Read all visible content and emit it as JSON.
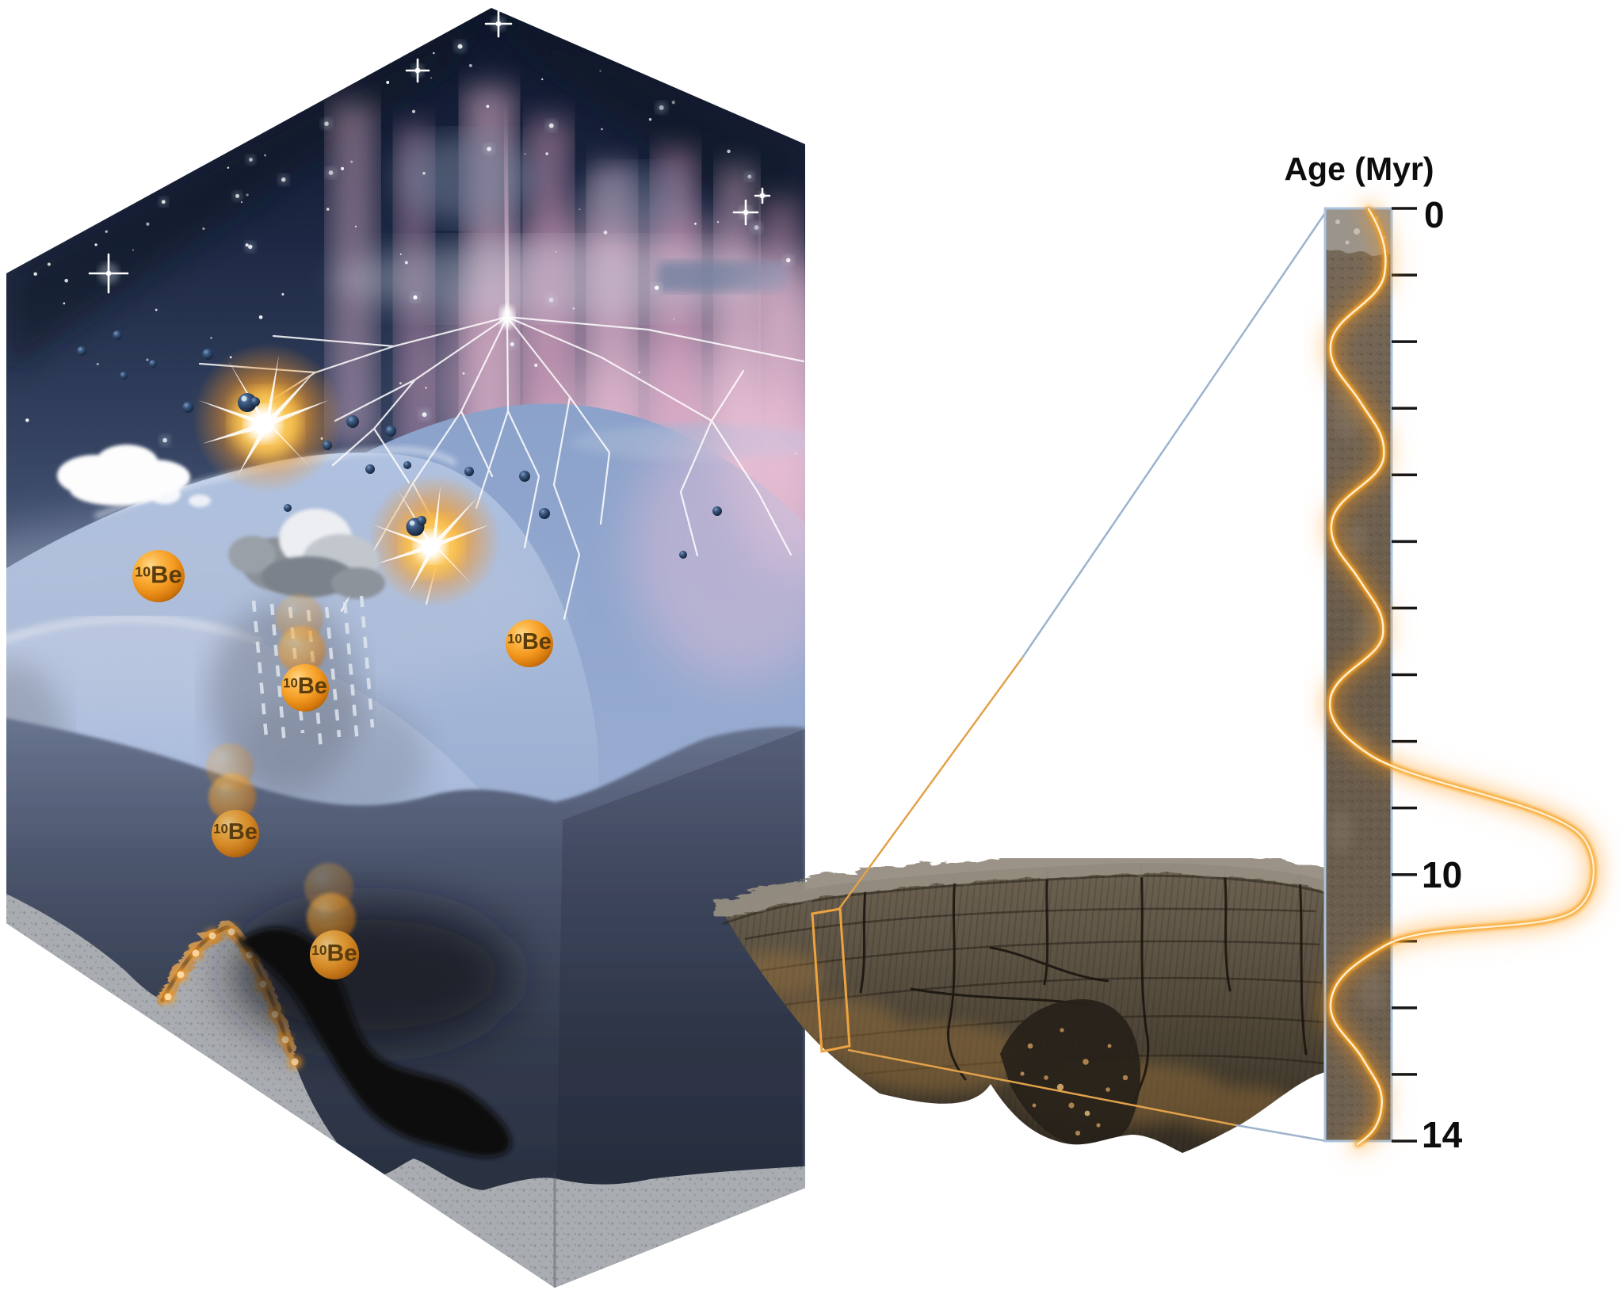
{
  "age_axis": {
    "title": "Age (Myr)",
    "unit": "Myr",
    "min": 0,
    "max": 14,
    "tick_interval": 1,
    "tick_labels": [
      "0",
      "10",
      "14"
    ],
    "labeled_values": [
      0,
      10,
      14
    ]
  },
  "isotope": {
    "mass_number": "10",
    "symbol": "Be",
    "label": "10Be"
  },
  "be10_profile": {
    "type": "line",
    "description": "10Be concentration trace drawn along the ferromanganese-crust core strip; oscillates with age and shows one large anomaly spike",
    "anomaly_age_myr": 10
  },
  "scene": {
    "be10_sphere_count": 5,
    "spallation_burst_count": 2,
    "has_aurora": true,
    "has_starry_sky": true,
    "has_cosmic_ray_cascade": true,
    "has_rain_cloud": true,
    "has_seafloor_crust_dots": true,
    "sample": "ferromanganese crust slab",
    "core_strip": "crust core cross-section with age scale"
  },
  "colors": {
    "accent_orange": "#f29d2a",
    "glow_orange": "#ffb347",
    "core_border_blue": "#a9c3e0",
    "sky_navy": "#141c33",
    "aurora_pink": "#f0b8d2",
    "ice_blue": "#a7bbdc",
    "ocean_dark": "#2c3342",
    "seafloor_gray": "#a9acb0",
    "crust_tan": "#c08b4f",
    "label_black": "#111111",
    "be_text_brown": "#5a3c0e"
  }
}
